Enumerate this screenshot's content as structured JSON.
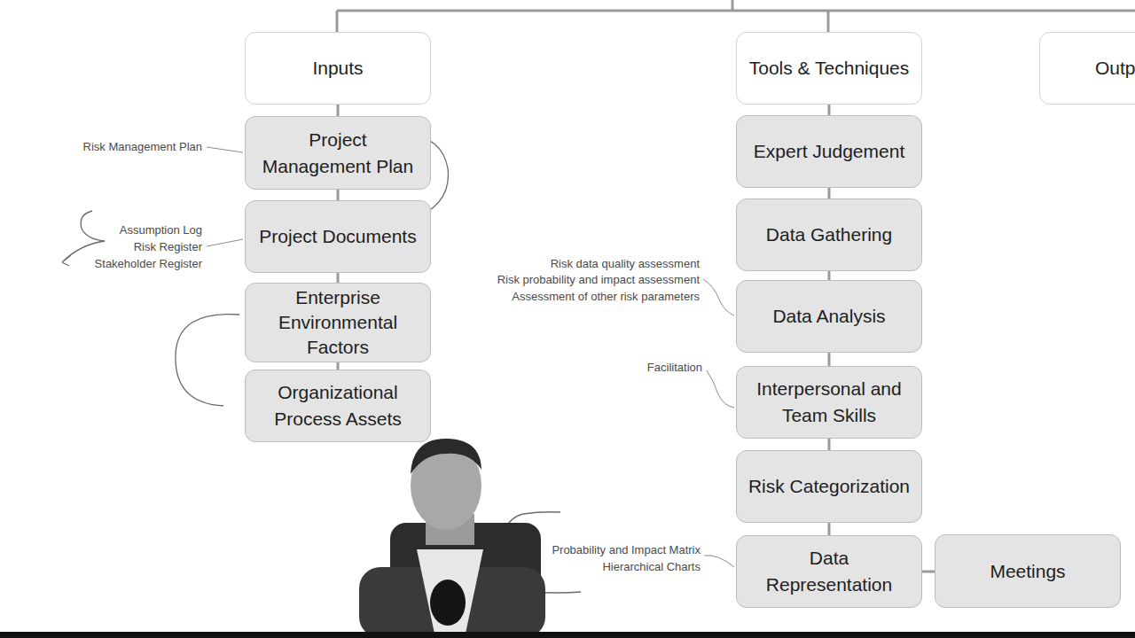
{
  "diagram": {
    "nodes": [
      {
        "text": [
          "Inputs"
        ]
      },
      {
        "text": [
          "Project Management Plan"
        ]
      },
      {
        "text": [
          "Project Documents"
        ]
      },
      {
        "text": [
          "Enterprise Environmental Factors"
        ]
      },
      {
        "text": [
          "Organizational Process Assets"
        ]
      },
      {
        "text": [
          "Tools & Techniques"
        ]
      },
      {
        "text": [
          "Expert Judgement"
        ]
      },
      {
        "text": [
          "Data Gathering"
        ]
      },
      {
        "text": [
          "Data Analysis"
        ]
      },
      {
        "text": [
          "Interpersonal and Team Skills"
        ]
      },
      {
        "text": [
          "Risk Categorization"
        ]
      },
      {
        "text": [
          "Data Representation"
        ]
      },
      {
        "text": [
          "Meetings"
        ]
      },
      {
        "text": [
          "Outp"
        ]
      }
    ],
    "edges": [
      {
        "from": 0,
        "to": 1,
        "arrow": "none"
      },
      {
        "from": 1,
        "to": 2,
        "arrow": "none"
      },
      {
        "from": 2,
        "to": 3,
        "arrow": "none"
      },
      {
        "from": 3,
        "to": 4,
        "arrow": "none"
      },
      {
        "from": 5,
        "to": 6,
        "arrow": "none"
      },
      {
        "from": 6,
        "to": 7,
        "arrow": "none"
      },
      {
        "from": 7,
        "to": 8,
        "arrow": "none"
      },
      {
        "from": 8,
        "to": 9,
        "arrow": "none"
      },
      {
        "from": 9,
        "to": 10,
        "arrow": "none"
      },
      {
        "from": 10,
        "to": 11,
        "arrow": "none"
      },
      {
        "from": 11,
        "to": 12,
        "arrow": "none"
      }
    ],
    "labels": [
      "Risk Management Plan",
      "Assumption Log",
      "Risk Register",
      "Stakeholder Register",
      "Risk data quality assessment",
      "Risk probability and impact assessment",
      "Assessment of other risk parameters",
      "Facilitation",
      "Probability and Impact Matrix",
      "Hierarchical Charts"
    ]
  }
}
